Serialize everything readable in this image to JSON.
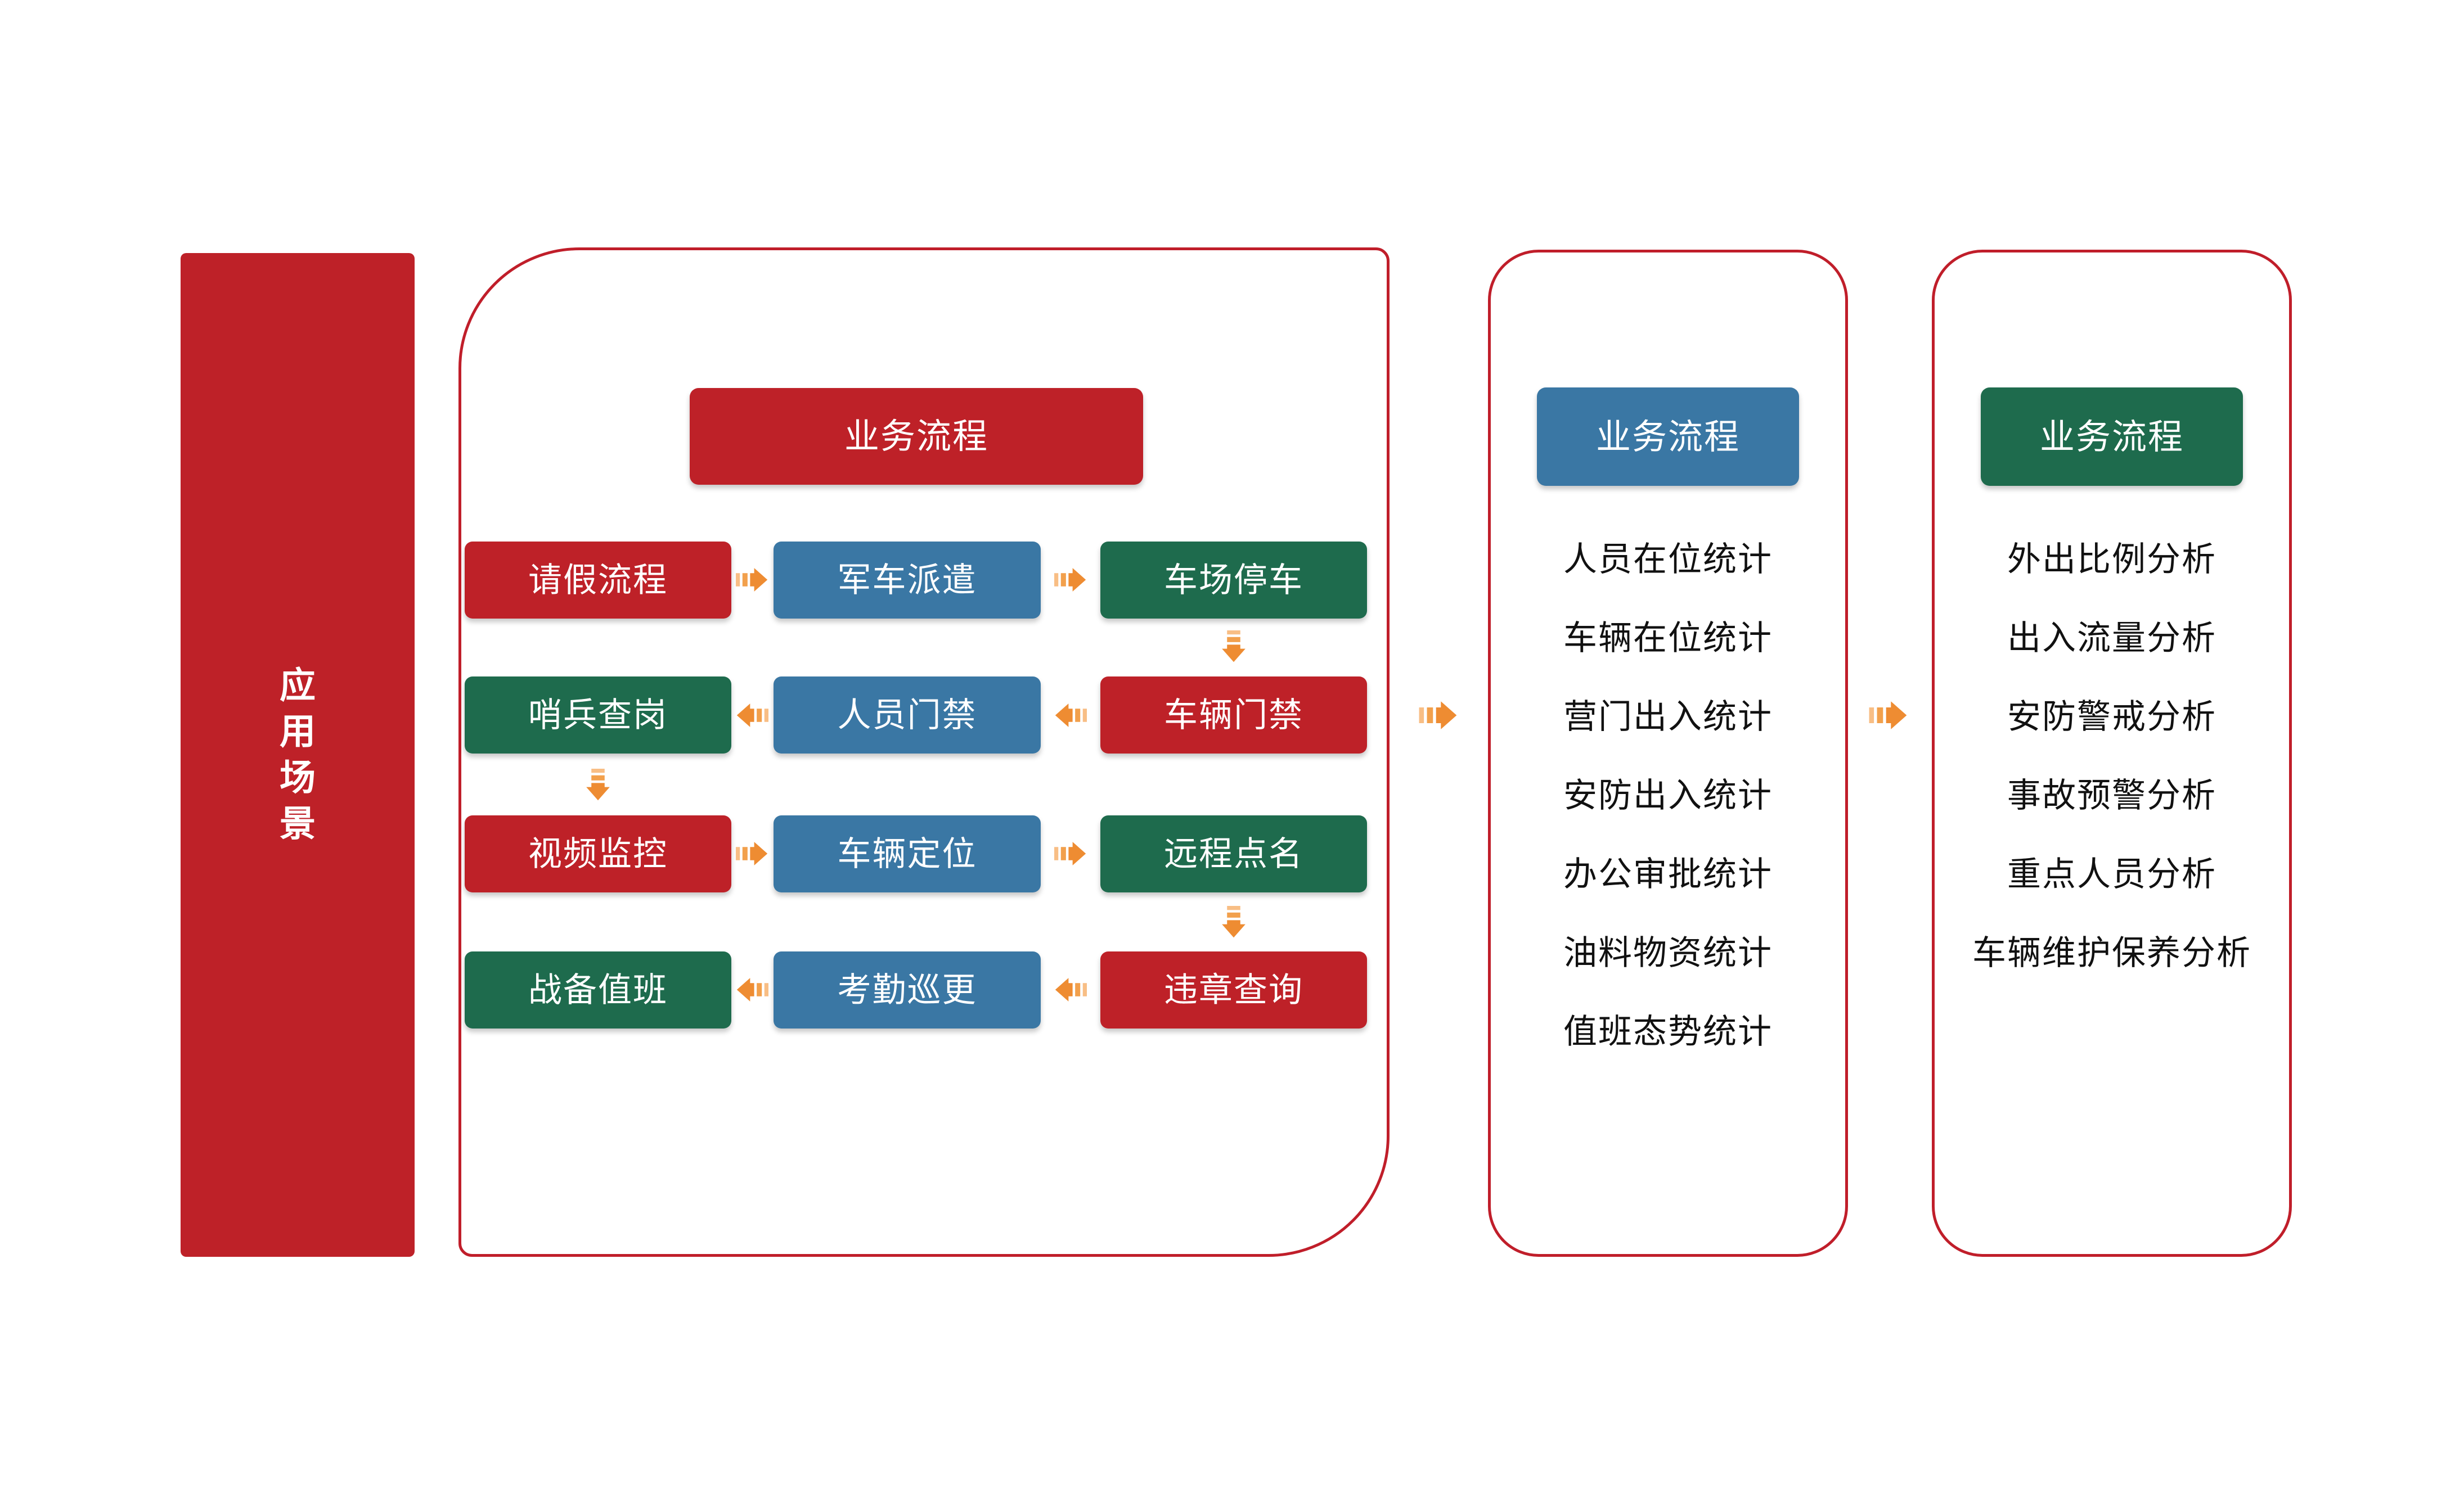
{
  "colors": {
    "red": "#BE2128",
    "blue": "#3A77A4",
    "green": "#1E6B4D",
    "container_border": "#C01E2A",
    "arrow_head": "#EE8C32",
    "arrow_stripe": "#F2A04C",
    "arrow_stripe_light": "#F8BE85",
    "text": "#111111",
    "background": "#FFFFFF"
  },
  "left_bar": {
    "label": "应用场景",
    "chars": [
      "应",
      "用",
      "场",
      "景"
    ]
  },
  "flow_section": {
    "header": {
      "label": "业务流程",
      "color": "red"
    },
    "rows": [
      {
        "arrow_direction": "right",
        "boxes": [
          {
            "label": "请假流程",
            "color": "red"
          },
          {
            "label": "军车派遣",
            "color": "blue"
          },
          {
            "label": "车场停车",
            "color": "green"
          }
        ]
      },
      {
        "arrow_direction": "left",
        "boxes": [
          {
            "label": "哨兵查岗",
            "color": "green"
          },
          {
            "label": "人员门禁",
            "color": "blue"
          },
          {
            "label": "车辆门禁",
            "color": "red"
          }
        ]
      },
      {
        "arrow_direction": "right",
        "boxes": [
          {
            "label": "视频监控",
            "color": "red"
          },
          {
            "label": "车辆定位",
            "color": "blue"
          },
          {
            "label": "远程点名",
            "color": "green"
          }
        ]
      },
      {
        "arrow_direction": "left",
        "boxes": [
          {
            "label": "战备值班",
            "color": "green"
          },
          {
            "label": "考勤巡更",
            "color": "blue"
          },
          {
            "label": "违章查询",
            "color": "red"
          }
        ]
      }
    ]
  },
  "stats_section": {
    "header": {
      "label": "业务流程",
      "color": "blue"
    },
    "items": [
      "人员在位统计",
      "车辆在位统计",
      "营门出入统计",
      "安防出入统计",
      "办公审批统计",
      "油料物资统计",
      "值班态势统计"
    ]
  },
  "analysis_section": {
    "header": {
      "label": "业务流程",
      "color": "green"
    },
    "items": [
      "外出比例分析",
      "出入流量分析",
      "安防警戒分析",
      "事故预警分析",
      "重点人员分析",
      "车辆维护保养分析"
    ]
  }
}
